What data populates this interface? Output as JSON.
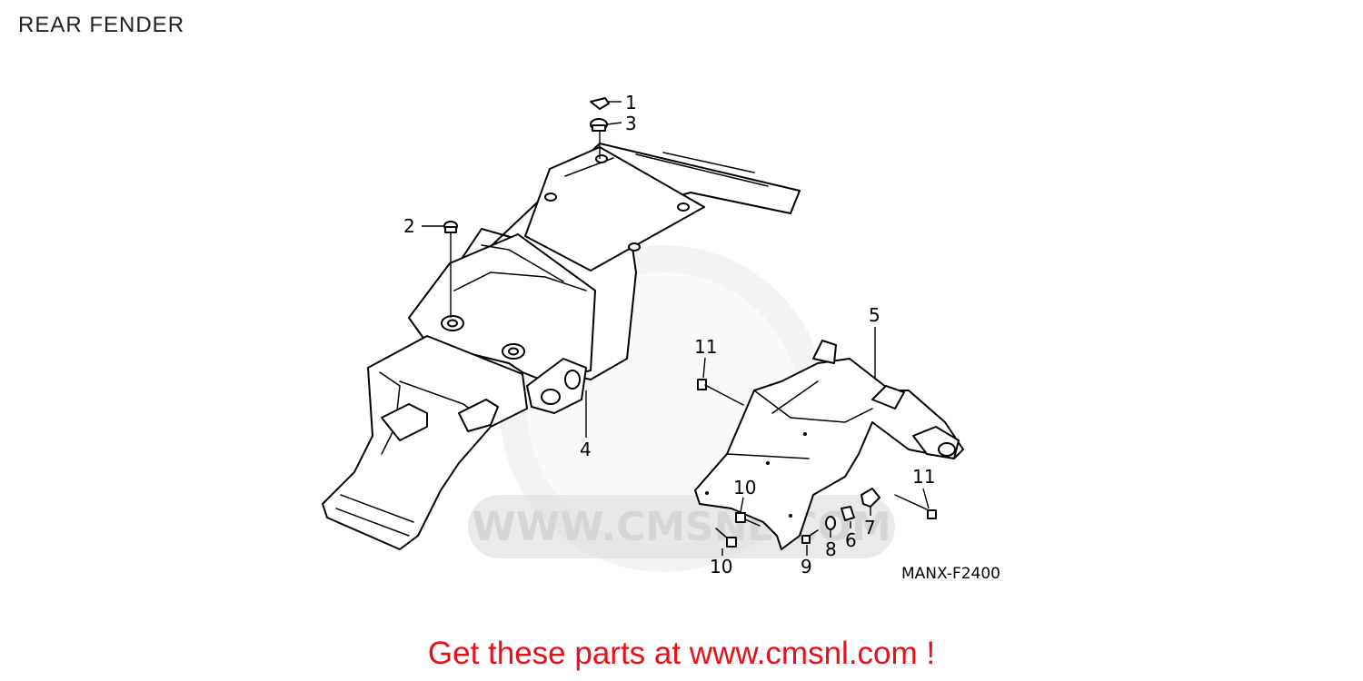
{
  "title": "REAR FENDER",
  "diagram": {
    "watermark": "WWW.CMSNL.COM",
    "part_code": "MANX-F2400",
    "callouts": [
      "1",
      "3",
      "2",
      "4",
      "5",
      "11",
      "11",
      "10",
      "10",
      "9",
      "8",
      "6",
      "7"
    ]
  },
  "promo": "Get these parts at www.cmsnl.com !",
  "colors": {
    "promo": "#e8101a",
    "lines": "#000000",
    "watermark": "#dcdcdc"
  }
}
